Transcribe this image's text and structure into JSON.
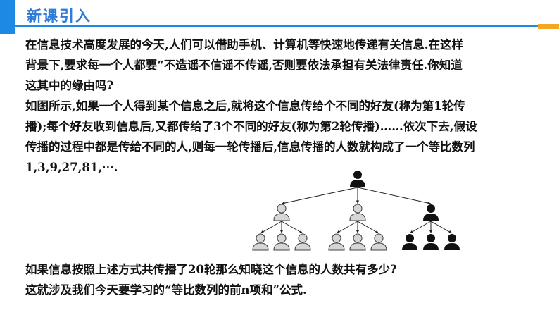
{
  "header": {
    "title": "新课引入"
  },
  "colors": {
    "accent_blue": "#1e88e5",
    "accent_orange": "#f5a623",
    "title_blue": "#2e7bd6"
  },
  "content": {
    "paragraph1": [
      "在信息技术高度发展的今天,人们可以借助手机、计算机等快速地传递有关信息.在这样",
      "背景下,要求每一个人都要“不造谣不信谣不传谣,否则要依法承担有关法律责任.你知道",
      "这其中的缘由吗?"
    ],
    "paragraph2": [
      "如图所示,如果一个人得到某个信息之后,就将这个信息传给个不同的好友(称为第1轮传",
      "播);每个好友收到信息后,又都传给了3个不同的好友(称为第2轮传播)……依次下去,假设",
      "传播的过程中都是传给不同的人,则每一轮传播后,信息传播的人数就构成了一个等比数列",
      "1,3,9,27,81,⋯."
    ],
    "paragraph3": [
      "如果信息按照上述方式共传播了20轮那么知晓这个信息的人数共有多少?",
      "这就涉及我们今天要学习的“等比数列的前n项和”公式."
    ]
  },
  "diagram": {
    "root": "dark",
    "level1": [
      "light",
      "light",
      "dark"
    ],
    "level2": [
      [
        "light",
        "light",
        "light"
      ],
      [
        "light",
        "light",
        "light"
      ],
      [
        "dark",
        "dark",
        "dark"
      ]
    ]
  }
}
